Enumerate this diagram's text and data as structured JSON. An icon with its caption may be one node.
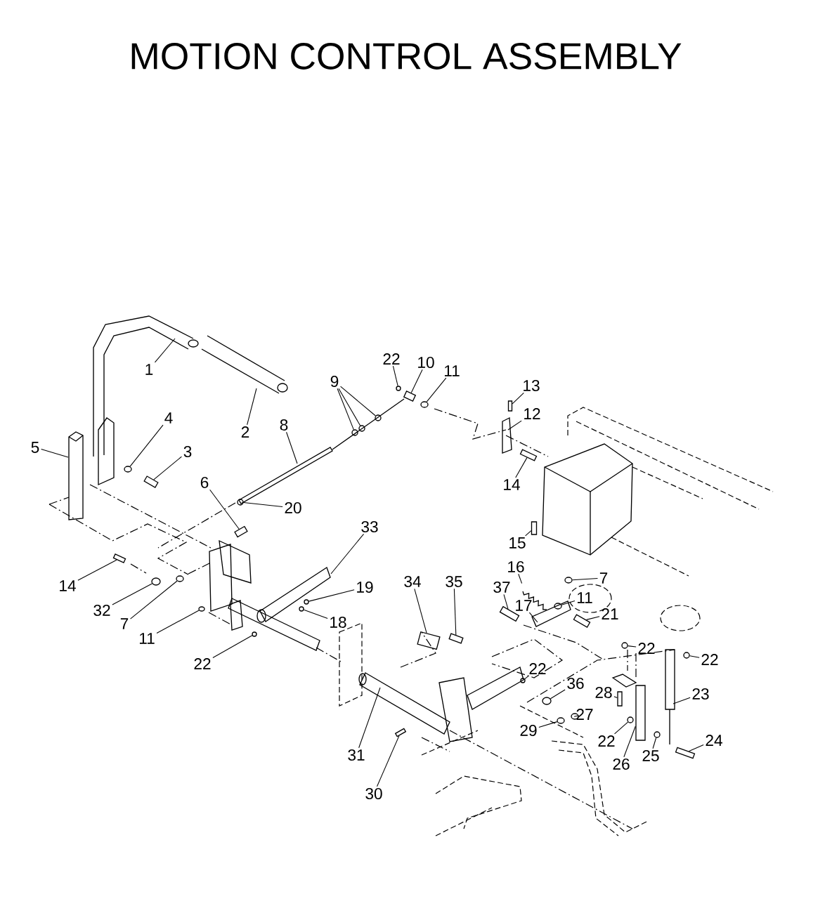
{
  "diagram": {
    "title": "MOTION CONTROL ASSEMBLY",
    "nodes": [
      {
        "text": [
          "1"
        ]
      },
      {
        "text": [
          "22"
        ]
      },
      {
        "text": [
          "10"
        ]
      },
      {
        "text": [
          "11"
        ]
      },
      {
        "text": [
          "9"
        ]
      },
      {
        "text": [
          "13"
        ]
      },
      {
        "text": [
          "12"
        ]
      },
      {
        "text": [
          "4"
        ]
      },
      {
        "text": [
          "8"
        ]
      },
      {
        "text": [
          "2"
        ]
      },
      {
        "text": [
          "5"
        ]
      },
      {
        "text": [
          "3"
        ]
      },
      {
        "text": [
          "6"
        ]
      },
      {
        "text": [
          "14"
        ]
      },
      {
        "text": [
          "20"
        ]
      },
      {
        "text": [
          "33"
        ]
      },
      {
        "text": [
          "15"
        ]
      },
      {
        "text": [
          "16"
        ]
      },
      {
        "text": [
          "7"
        ]
      },
      {
        "text": [
          "34"
        ]
      },
      {
        "text": [
          "35"
        ]
      },
      {
        "text": [
          "14"
        ]
      },
      {
        "text": [
          "19"
        ]
      },
      {
        "text": [
          "37"
        ]
      },
      {
        "text": [
          "11"
        ]
      },
      {
        "text": [
          "17"
        ]
      },
      {
        "text": [
          "32"
        ]
      },
      {
        "text": [
          "21"
        ]
      },
      {
        "text": [
          "18"
        ]
      },
      {
        "text": [
          "7"
        ]
      },
      {
        "text": [
          "11"
        ]
      },
      {
        "text": [
          "22"
        ]
      },
      {
        "text": [
          "22"
        ]
      },
      {
        "text": [
          "22"
        ]
      },
      {
        "text": [
          "22"
        ]
      },
      {
        "text": [
          "36"
        ]
      },
      {
        "text": [
          "28"
        ]
      },
      {
        "text": [
          "23"
        ]
      },
      {
        "text": [
          "27"
        ]
      },
      {
        "text": [
          "29"
        ]
      },
      {
        "text": [
          "24"
        ]
      },
      {
        "text": [
          "22"
        ]
      },
      {
        "text": [
          "31"
        ]
      },
      {
        "text": [
          "26"
        ]
      },
      {
        "text": [
          "25"
        ]
      },
      {
        "text": [
          "30"
        ]
      },
      {
        "text": [],
        "shape": "circle"
      },
      {
        "text": [],
        "shape": "box"
      },
      {
        "text": [],
        "shape": "circle"
      },
      {
        "text": [],
        "shape": "circle"
      },
      {
        "text": [],
        "shape": "circle"
      },
      {
        "text": [],
        "shape": "circle"
      },
      {
        "text": [],
        "shape": "box"
      },
      {
        "text": [],
        "shape": "circle"
      },
      {
        "text": [],
        "shape": "box"
      },
      {
        "text": [],
        "shape": "box"
      },
      {
        "text": [],
        "shape": "box"
      },
      {
        "text": [],
        "shape": "circle"
      },
      {
        "text": [],
        "shape": "box"
      },
      {
        "text": [],
        "shape": "circle"
      },
      {
        "text": [],
        "shape": "box"
      },
      {
        "text": [],
        "shape": "box"
      },
      {
        "text": [],
        "shape": "box"
      },
      {
        "text": [],
        "shape": "circle"
      },
      {
        "text": [],
        "shape": "box"
      },
      {
        "text": [],
        "shape": "circle"
      },
      {
        "text": [],
        "shape": "circle"
      },
      {
        "text": [],
        "shape": "box"
      },
      {
        "text": [],
        "shape": "circle"
      },
      {
        "text": [],
        "shape": "circle"
      },
      {
        "text": [],
        "shape": "circle"
      },
      {
        "text": [],
        "shape": "circle"
      },
      {
        "text": [],
        "shape": "circle"
      },
      {
        "text": [],
        "shape": "circle"
      },
      {
        "text": [],
        "shape": "circle"
      },
      {
        "text": [],
        "shape": "circle"
      },
      {
        "text": [],
        "shape": "box"
      },
      {
        "text": [],
        "shape": "circle"
      },
      {
        "text": [],
        "shape": "circle"
      },
      {
        "text": [],
        "shape": "box"
      },
      {
        "text": [],
        "shape": "circle"
      },
      {
        "text": [],
        "shape": "circle"
      },
      {
        "text": [],
        "shape": "box"
      },
      {
        "text": [],
        "shape": "box"
      }
    ],
    "edges": [
      {
        "from": 0,
        "to": null,
        "arrow": "none"
      },
      {
        "from": 1,
        "to": 46,
        "arrow": "none"
      },
      {
        "from": 2,
        "to": 47,
        "arrow": "none"
      },
      {
        "from": 3,
        "to": 48,
        "arrow": "none"
      },
      {
        "from": 4,
        "to": 49,
        "arrow": "none"
      },
      {
        "from": 4,
        "to": 50,
        "arrow": "none"
      },
      {
        "from": 4,
        "to": 51,
        "arrow": "none"
      },
      {
        "from": 5,
        "to": 52,
        "arrow": "none"
      },
      {
        "from": 6,
        "to": null,
        "arrow": "none"
      },
      {
        "from": 7,
        "to": 53,
        "arrow": "none"
      },
      {
        "from": 8,
        "to": null,
        "arrow": "none"
      },
      {
        "from": 9,
        "to": null,
        "arrow": "none"
      },
      {
        "from": 10,
        "to": null,
        "arrow": "none"
      },
      {
        "from": 11,
        "to": 54,
        "arrow": "none"
      },
      {
        "from": 12,
        "to": 55,
        "arrow": "none"
      },
      {
        "from": 13,
        "to": 56,
        "arrow": "none"
      },
      {
        "from": 14,
        "to": 57,
        "arrow": "none"
      },
      {
        "from": 15,
        "to": null,
        "arrow": "none"
      },
      {
        "from": 16,
        "to": 58,
        "arrow": "none"
      },
      {
        "from": 17,
        "to": null,
        "arrow": "none"
      },
      {
        "from": 18,
        "to": 59,
        "arrow": "none"
      },
      {
        "from": 19,
        "to": 60,
        "arrow": "none"
      },
      {
        "from": 20,
        "to": 61,
        "arrow": "none"
      },
      {
        "from": 21,
        "to": 62,
        "arrow": "none"
      },
      {
        "from": 22,
        "to": 63,
        "arrow": "none"
      },
      {
        "from": 23,
        "to": 64,
        "arrow": "none"
      },
      {
        "from": 24,
        "to": 65,
        "arrow": "none"
      },
      {
        "from": 25,
        "to": null,
        "arrow": "none"
      },
      {
        "from": 26,
        "to": 66,
        "arrow": "none"
      },
      {
        "from": 27,
        "to": 67,
        "arrow": "none"
      },
      {
        "from": 28,
        "to": 68,
        "arrow": "none"
      },
      {
        "from": 29,
        "to": 69,
        "arrow": "none"
      },
      {
        "from": 30,
        "to": 70,
        "arrow": "none"
      },
      {
        "from": 31,
        "to": 71,
        "arrow": "none"
      },
      {
        "from": 32,
        "to": 72,
        "arrow": "none"
      },
      {
        "from": 33,
        "to": 73,
        "arrow": "none"
      },
      {
        "from": 34,
        "to": 74,
        "arrow": "none"
      },
      {
        "from": 35,
        "to": 75,
        "arrow": "none"
      },
      {
        "from": 36,
        "to": 76,
        "arrow": "none"
      },
      {
        "from": 37,
        "to": null,
        "arrow": "none"
      },
      {
        "from": 38,
        "to": 77,
        "arrow": "none"
      },
      {
        "from": 39,
        "to": 78,
        "arrow": "none"
      },
      {
        "from": 40,
        "to": 79,
        "arrow": "none"
      },
      {
        "from": 41,
        "to": 80,
        "arrow": "none"
      },
      {
        "from": 42,
        "to": null,
        "arrow": "none"
      },
      {
        "from": 43,
        "to": 83,
        "arrow": "none"
      },
      {
        "from": 44,
        "to": 81,
        "arrow": "none"
      },
      {
        "from": 45,
        "to": 82,
        "arrow": "none"
      }
    ]
  }
}
